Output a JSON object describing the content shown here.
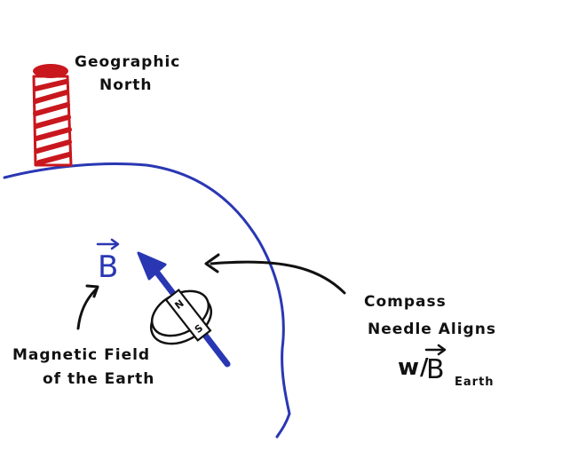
{
  "labels": {
    "geo_line1": "Geographic",
    "geo_line2": "North",
    "mag_line1": "Magnetic Field",
    "mag_line2": "of the Earth",
    "comp_line1": "Compass",
    "comp_line2": "Needle Aligns",
    "comp_w": "w/",
    "comp_B": "B",
    "comp_earth": "Earth",
    "field_B": "B",
    "needle_N": "N",
    "needle_S": "S"
  },
  "colors": {
    "earth_outline": "#2a37b3",
    "field_arrow": "#2a37b3",
    "pole_stripes": "#c8171d",
    "ink": "#111111"
  }
}
